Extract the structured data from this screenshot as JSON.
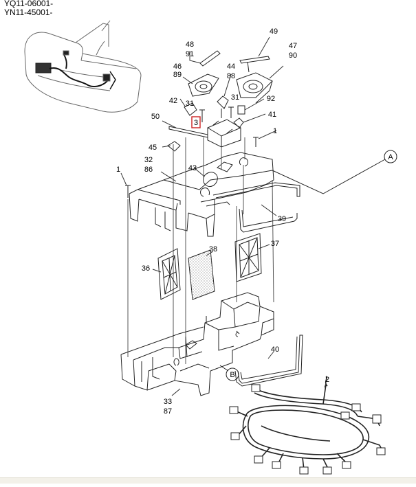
{
  "serials": [
    "YQ11-06001-",
    "YN11-45001-"
  ],
  "callouts": {
    "c48": "48",
    "c91": "91",
    "c49": "49",
    "c46": "46",
    "c89": "89",
    "c44": "44",
    "c88": "88",
    "c47": "47",
    "c90": "90",
    "c31a": "31",
    "c31b": "31",
    "c92": "92",
    "c42": "42",
    "c3": "3",
    "c41": "41",
    "c50": "50",
    "c1a": "1",
    "c45": "45",
    "c32": "32",
    "c86": "86",
    "c43": "43",
    "c1b": "1",
    "c39": "39",
    "c38": "38",
    "c37": "37",
    "c36": "36",
    "c40": "40",
    "c2": "2",
    "c33": "33",
    "c87": "87",
    "cA": "A",
    "cB": "B"
  },
  "highlight_color": "#cc2222"
}
